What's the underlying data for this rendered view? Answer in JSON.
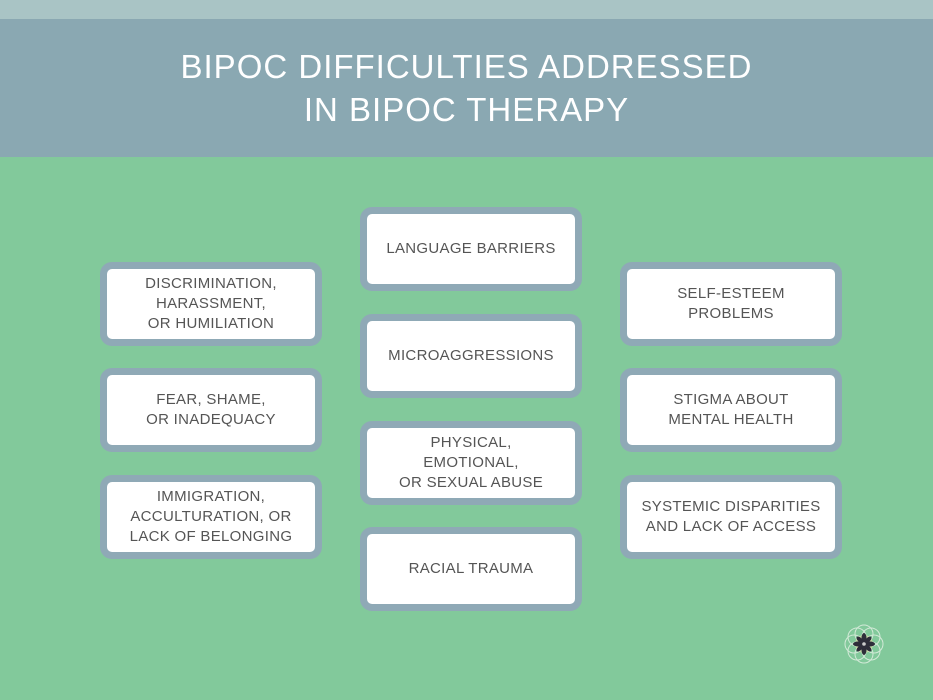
{
  "title_line1": "BIPOC DIFFICULTIES ADDRESSED",
  "title_line2": "IN BIPOC THERAPY",
  "left": [
    "DISCRIMINATION,\nHARASSMENT,\nOR HUMILIATION",
    "FEAR, SHAME,\nOR INADEQUACY",
    "IMMIGRATION,\nACCULTURATION, OR\nLACK OF BELONGING"
  ],
  "middle": [
    "LANGUAGE BARRIERS",
    "MICROAGGRESSIONS",
    "PHYSICAL,\nEMOTIONAL,\nOR SEXUAL ABUSE",
    "RACIAL TRAUMA"
  ],
  "right": [
    "SELF-ESTEEM\nPROBLEMS",
    "STIGMA ABOUT\nMENTAL HEALTH",
    "SYSTEMIC DISPARITIES\nAND LACK OF ACCESS"
  ],
  "colors": {
    "header": "#8aa8b2",
    "background": "#82c99b",
    "box_border": "#8fa9b6"
  }
}
